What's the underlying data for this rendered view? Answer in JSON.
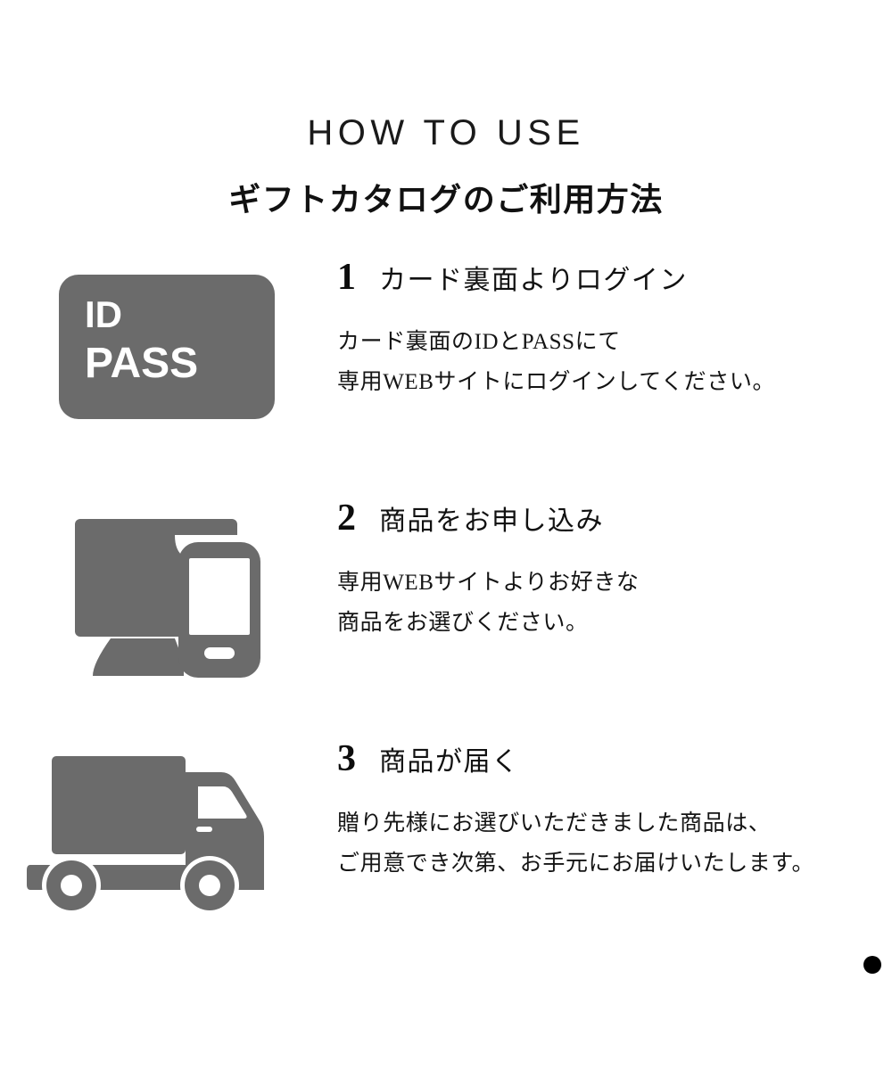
{
  "page": {
    "background_color": "#ffffff",
    "icon_gray": "#6b6b6b",
    "text_color": "#111111",
    "dot_color": "#000000"
  },
  "header": {
    "eyebrow": "HOW TO USE",
    "title": "ギフトカタログのご利用方法"
  },
  "steps": [
    {
      "number": "1",
      "title": "カード裏面よりログイン",
      "desc_lines": [
        "カード裏面のIDとPASSにて",
        "専用WEBサイトにログインしてください。"
      ],
      "icon": "id-pass-card-icon",
      "card_labels": {
        "id": "ID",
        "pass": "PASS"
      }
    },
    {
      "number": "2",
      "title": "商品をお申し込み",
      "desc_lines": [
        "専用WEBサイトよりお好きな",
        "商品をお選びください。"
      ],
      "icon": "monitor-smartphone-icon"
    },
    {
      "number": "3",
      "title": "商品が届く",
      "desc_lines": [
        "贈り先様にお選びいただきました商品は、",
        "ご用意でき次第、お手元にお届けいたします。"
      ],
      "icon": "delivery-truck-icon"
    }
  ],
  "footer": {
    "dot": "•"
  }
}
